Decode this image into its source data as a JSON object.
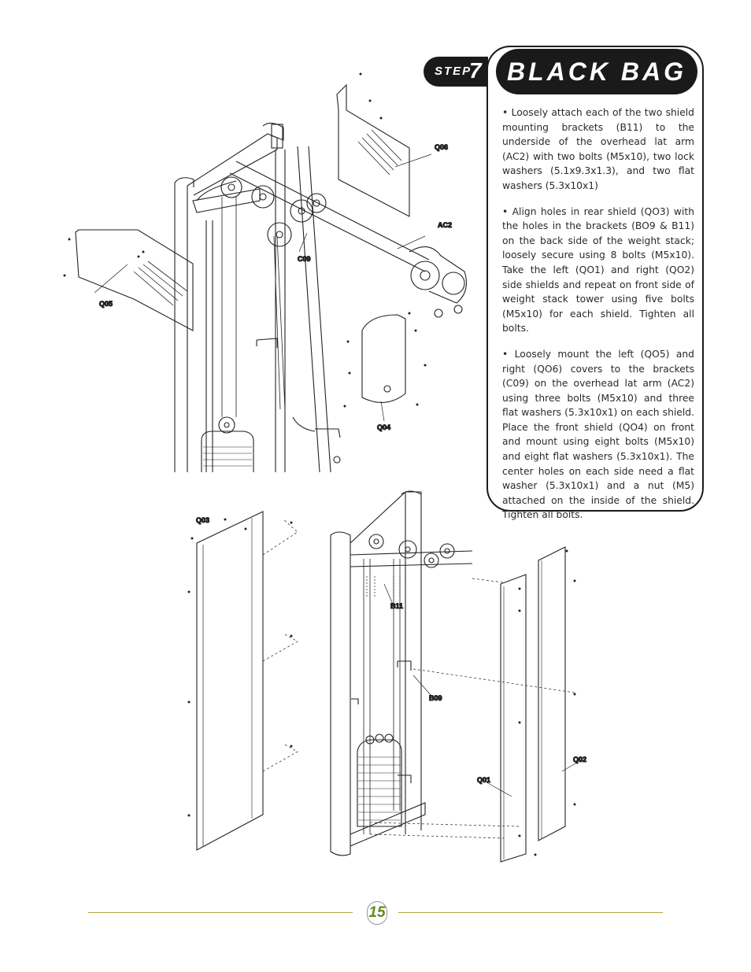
{
  "header": {
    "step_word": "STEP",
    "step_number": "7",
    "title": "BLACK BAG"
  },
  "instructions": [
    "• Loosely attach each of the two shield mounting brackets (B11) to the underside of the overhead lat arm (AC2) with two bolts (M5x10), two lock washers (5.1x9.3x1.3), and two flat washers (5.3x10x1)",
    "• Align holes in rear shield (QO3) with the holes in the brackets (BO9 & B11) on the back side of the weight stack; loosely secure using 8 bolts (M5x10). Take the left (QO1) and right (QO2) side shields and repeat on front side of weight stack tower using five bolts (M5x10) for each shield. Tighten all bolts.",
    "• Loosely mount the left (QO5) and right (QO6) covers to the brackets (C09) on the overhead lat arm (AC2) using three bolts (M5x10) and three flat washers (5.3x10x1) on each shield. Place the front shield (QO4) on front and mount using eight bolts (M5x10) and eight flat washers (5.3x10x1). The center holes on each side need a flat washer (5.3x10x1) and a nut (M5) attached on the inside of the shield. Tighten all bolts."
  ],
  "part_labels": {
    "q06": "Q06",
    "ac2": "AC2",
    "c09": "C09",
    "q05": "Q05",
    "q04": "Q04",
    "q03": "Q03",
    "b11": "B11",
    "b09": "B09",
    "q01": "Q01",
    "q02": "Q02"
  },
  "footer": {
    "page_number": "15"
  },
  "colors": {
    "header_fill": "#1a1a1a",
    "footer_rule": "#b5a63a",
    "page_number": "#6a8a1a"
  }
}
